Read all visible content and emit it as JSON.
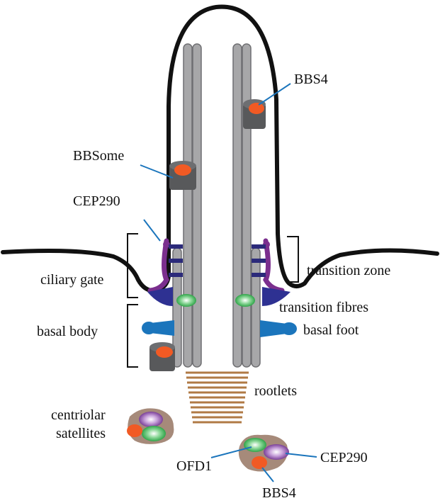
{
  "labels": {
    "bbs4_top": "BBS4",
    "bbsome": "BBSome",
    "cep290_top": "CEP290",
    "ciliary_gate": "ciliary gate",
    "transition_zone": "transition zone",
    "transition_fibres": "transition fibres",
    "basal_body": "basal body",
    "basal_foot": "basal foot",
    "rootlets": "rootlets",
    "centriolar_1": "centriolar",
    "centriolar_2": "satellites",
    "ofd1": "OFD1",
    "cep290_bottom": "CEP290",
    "bbs4_bottom": "BBS4"
  },
  "colors": {
    "membrane": "#111111",
    "microtubule": "#a7a7a9",
    "microtubule_stroke": "#6f6f72",
    "bbsome_body": "#58595b",
    "orange": "#f15a24",
    "purple_gate": "#7b2f8e",
    "navy_links": "#2b2a7a",
    "blue_fibres": "#2e3192",
    "teal_foot": "#1b75bc",
    "green": "#39b54a",
    "violet": "#7d3c98",
    "rootlet_brown": "#b07a45",
    "satellite_blob": "#a68a7a",
    "leader_line": "#1b75bc"
  }
}
